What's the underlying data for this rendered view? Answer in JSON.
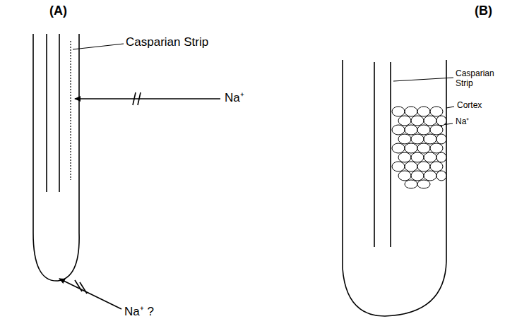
{
  "diagram": {
    "labels": [
      "(A)",
      "(B)",
      "Casparian Strip",
      "Na⁺",
      "Na⁺ ?",
      "Casparian Strip",
      "Cortex",
      "Na⁺"
    ]
  }
}
